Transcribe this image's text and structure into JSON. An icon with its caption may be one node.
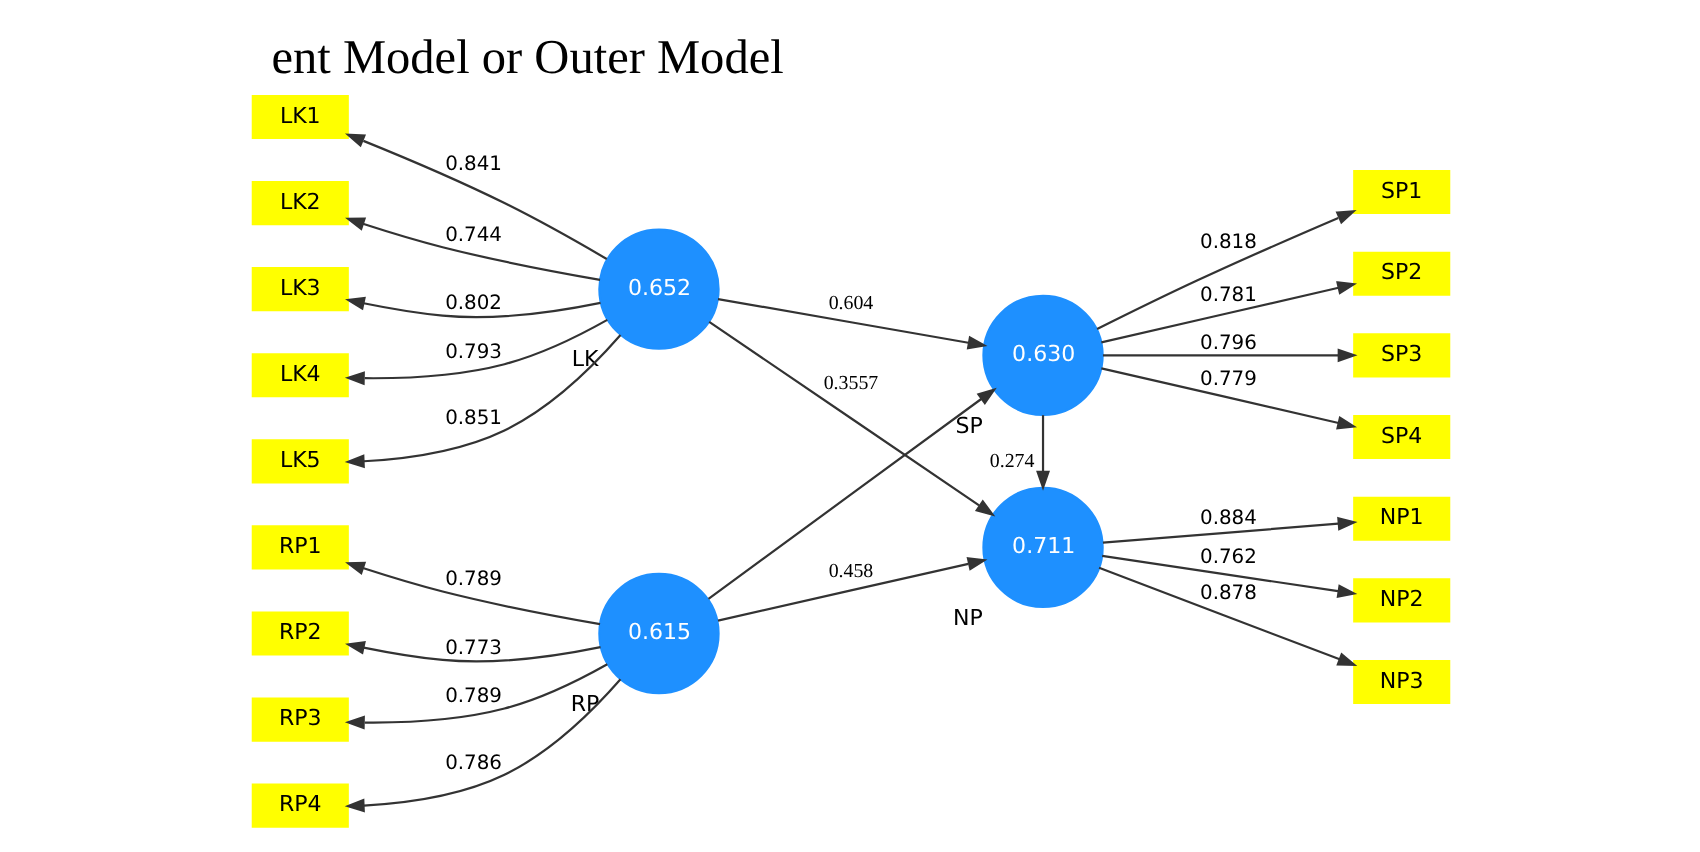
{
  "diagram": {
    "title": "ent Model or Outer Model",
    "nodes": [
      {
        "text": [
          "0.652"
        ],
        "beside": [
          "LK"
        ]
      },
      {
        "text": [
          "LK1"
        ]
      },
      {
        "text": [
          "LK2"
        ]
      },
      {
        "text": [
          "LK3"
        ]
      },
      {
        "text": [
          "LK4"
        ]
      },
      {
        "text": [
          "LK5"
        ]
      },
      {
        "text": [
          "0.630"
        ],
        "beside": [
          "SP"
        ]
      },
      {
        "text": [
          "SP1"
        ]
      },
      {
        "text": [
          "SP2"
        ]
      },
      {
        "text": [
          "SP3"
        ]
      },
      {
        "text": [
          "SP4"
        ]
      },
      {
        "text": [
          "0.615"
        ],
        "beside": [
          "RP"
        ]
      },
      {
        "text": [
          "RP1"
        ]
      },
      {
        "text": [
          "RP2"
        ]
      },
      {
        "text": [
          "RP3"
        ]
      },
      {
        "text": [
          "RP4"
        ]
      },
      {
        "text": [
          "0.711"
        ],
        "beside": [
          "NP"
        ]
      },
      {
        "text": [
          "NP1"
        ]
      },
      {
        "text": [
          "NP2"
        ]
      },
      {
        "text": [
          "NP3"
        ]
      }
    ],
    "edges": [
      {
        "from": 0,
        "to": 1,
        "arrow": "to",
        "label": "0.841"
      },
      {
        "from": 0,
        "to": 2,
        "arrow": "to",
        "label": "0.744"
      },
      {
        "from": 0,
        "to": 3,
        "arrow": "to",
        "label": "0.802"
      },
      {
        "from": 0,
        "to": 4,
        "arrow": "to",
        "label": "0.793"
      },
      {
        "from": 0,
        "to": 5,
        "arrow": "to",
        "label": "0.851"
      },
      {
        "from": 6,
        "to": 7,
        "arrow": "to",
        "label": "0.818"
      },
      {
        "from": 6,
        "to": 8,
        "arrow": "to",
        "label": "0.781"
      },
      {
        "from": 6,
        "to": 9,
        "arrow": "to",
        "label": "0.796"
      },
      {
        "from": 6,
        "to": 10,
        "arrow": "to",
        "label": "0.779"
      },
      {
        "from": 11,
        "to": 12,
        "arrow": "to",
        "label": "0.789"
      },
      {
        "from": 11,
        "to": 13,
        "arrow": "to",
        "label": "0.773"
      },
      {
        "from": 11,
        "to": 14,
        "arrow": "to",
        "label": "0.789"
      },
      {
        "from": 11,
        "to": 15,
        "arrow": "to",
        "label": "0.786"
      },
      {
        "from": 16,
        "to": 17,
        "arrow": "to",
        "label": "0.884"
      },
      {
        "from": 16,
        "to": 18,
        "arrow": "to",
        "label": "0.762"
      },
      {
        "from": 16,
        "to": 19,
        "arrow": "to",
        "label": "0.878"
      },
      {
        "from": 0,
        "to": 6,
        "arrow": "to",
        "label": "0.604"
      },
      {
        "from": 0,
        "to": 16,
        "arrow": "to",
        "label": "0.3557"
      },
      {
        "from": 11,
        "to": 6,
        "arrow": "to"
      },
      {
        "from": 11,
        "to": 16,
        "arrow": "to",
        "label": "0.458"
      },
      {
        "from": 6,
        "to": 16,
        "arrow": "to",
        "label": "0.274"
      }
    ]
  }
}
